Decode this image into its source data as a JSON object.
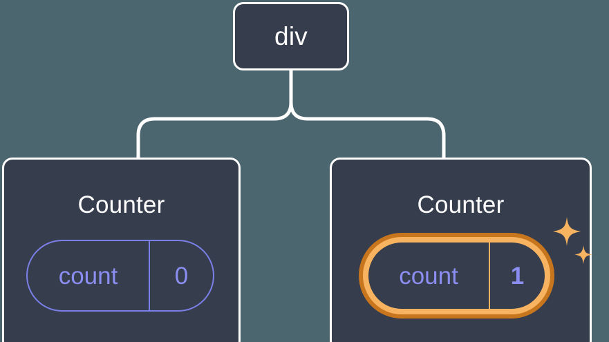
{
  "diagram": {
    "type": "component-tree",
    "background_color": "#4c6670",
    "node_fill_color": "#363d4d",
    "node_border_color": "#ffffff",
    "connector_color": "#ffffff",
    "accent_indigo": "#8b8ef0",
    "accent_orange_outer": "#c8761e",
    "accent_orange_inner": "#f7b35f"
  },
  "root": {
    "label": "div"
  },
  "children": [
    {
      "title": "Counter",
      "state": {
        "key": "count",
        "value": "0"
      },
      "highlighted": false
    },
    {
      "title": "Counter",
      "state": {
        "key": "count",
        "value": "1"
      },
      "highlighted": true,
      "sparkle_icons": [
        "sparkle-large-icon",
        "sparkle-small-icon"
      ]
    }
  ]
}
